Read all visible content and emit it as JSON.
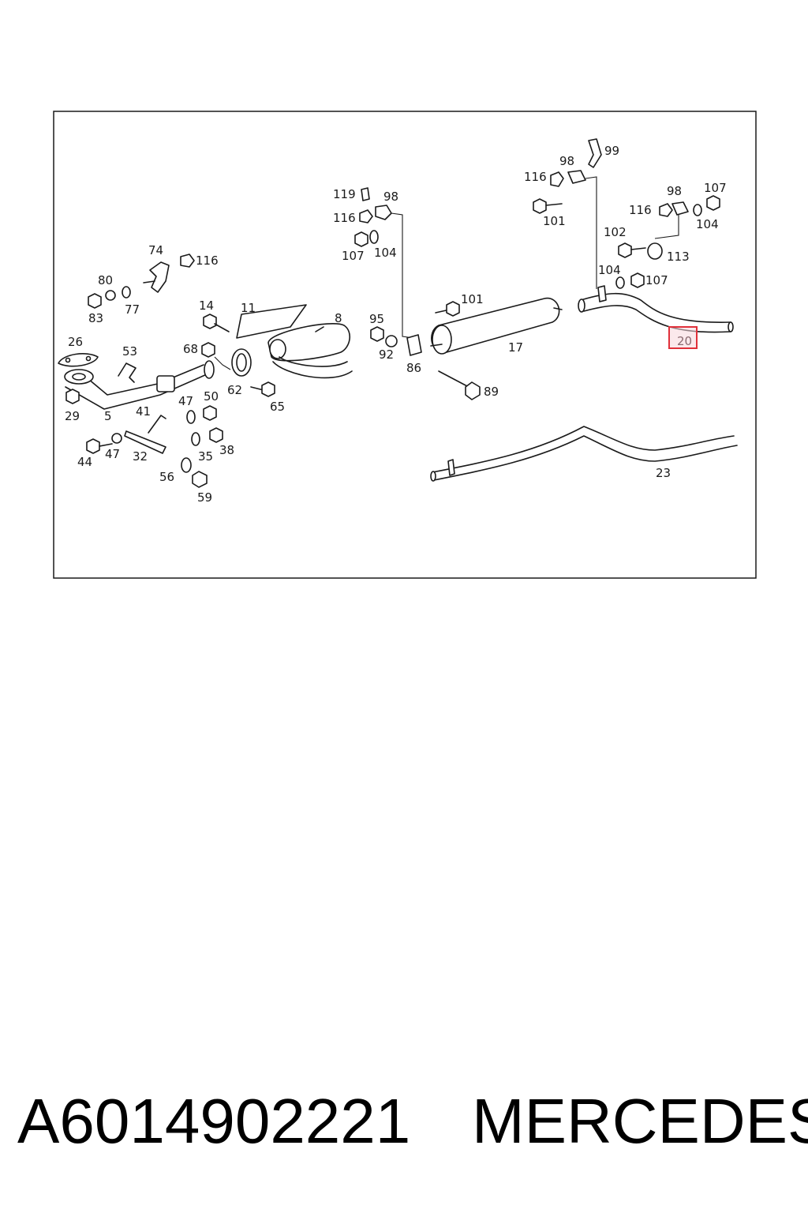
{
  "diagram": {
    "highlight_color": "#e0303a",
    "callouts": [
      {
        "id": "c74",
        "text": "74"
      },
      {
        "id": "c116a",
        "text": "116"
      },
      {
        "id": "c80",
        "text": "80"
      },
      {
        "id": "c83",
        "text": "83"
      },
      {
        "id": "c77",
        "text": "77"
      },
      {
        "id": "c14",
        "text": "14"
      },
      {
        "id": "c11",
        "text": "11"
      },
      {
        "id": "c8",
        "text": "8"
      },
      {
        "id": "c26",
        "text": "26"
      },
      {
        "id": "c53",
        "text": "53"
      },
      {
        "id": "c68",
        "text": "68"
      },
      {
        "id": "c62",
        "text": "62"
      },
      {
        "id": "c65",
        "text": "65"
      },
      {
        "id": "c29",
        "text": "29"
      },
      {
        "id": "c5",
        "text": "5"
      },
      {
        "id": "c41",
        "text": "41"
      },
      {
        "id": "c47a",
        "text": "47"
      },
      {
        "id": "c50",
        "text": "50"
      },
      {
        "id": "c44",
        "text": "44"
      },
      {
        "id": "c47b",
        "text": "47"
      },
      {
        "id": "c32",
        "text": "32"
      },
      {
        "id": "c35",
        "text": "35"
      },
      {
        "id": "c38",
        "text": "38"
      },
      {
        "id": "c56",
        "text": "56"
      },
      {
        "id": "c59",
        "text": "59"
      },
      {
        "id": "c119",
        "text": "119"
      },
      {
        "id": "c98a",
        "text": "98"
      },
      {
        "id": "c116b",
        "text": "116"
      },
      {
        "id": "c107a",
        "text": "107"
      },
      {
        "id": "c104a",
        "text": "104"
      },
      {
        "id": "c95",
        "text": "95"
      },
      {
        "id": "c92",
        "text": "92"
      },
      {
        "id": "c86",
        "text": "86"
      },
      {
        "id": "c101a",
        "text": "101"
      },
      {
        "id": "c17",
        "text": "17"
      },
      {
        "id": "c89",
        "text": "89"
      },
      {
        "id": "c99",
        "text": "99"
      },
      {
        "id": "c98b",
        "text": "98"
      },
      {
        "id": "c116c",
        "text": "116"
      },
      {
        "id": "c101b",
        "text": "101"
      },
      {
        "id": "c98c",
        "text": "98"
      },
      {
        "id": "c107b",
        "text": "107"
      },
      {
        "id": "c116d",
        "text": "116"
      },
      {
        "id": "c104b",
        "text": "104"
      },
      {
        "id": "c102",
        "text": "102"
      },
      {
        "id": "c113",
        "text": "113"
      },
      {
        "id": "c104c",
        "text": "104"
      },
      {
        "id": "c107c",
        "text": "107"
      },
      {
        "id": "c23",
        "text": "23"
      }
    ],
    "highlighted": {
      "text": "20"
    }
  },
  "footer": {
    "part_number": "A6014902221",
    "brand": "MERCEDES"
  }
}
